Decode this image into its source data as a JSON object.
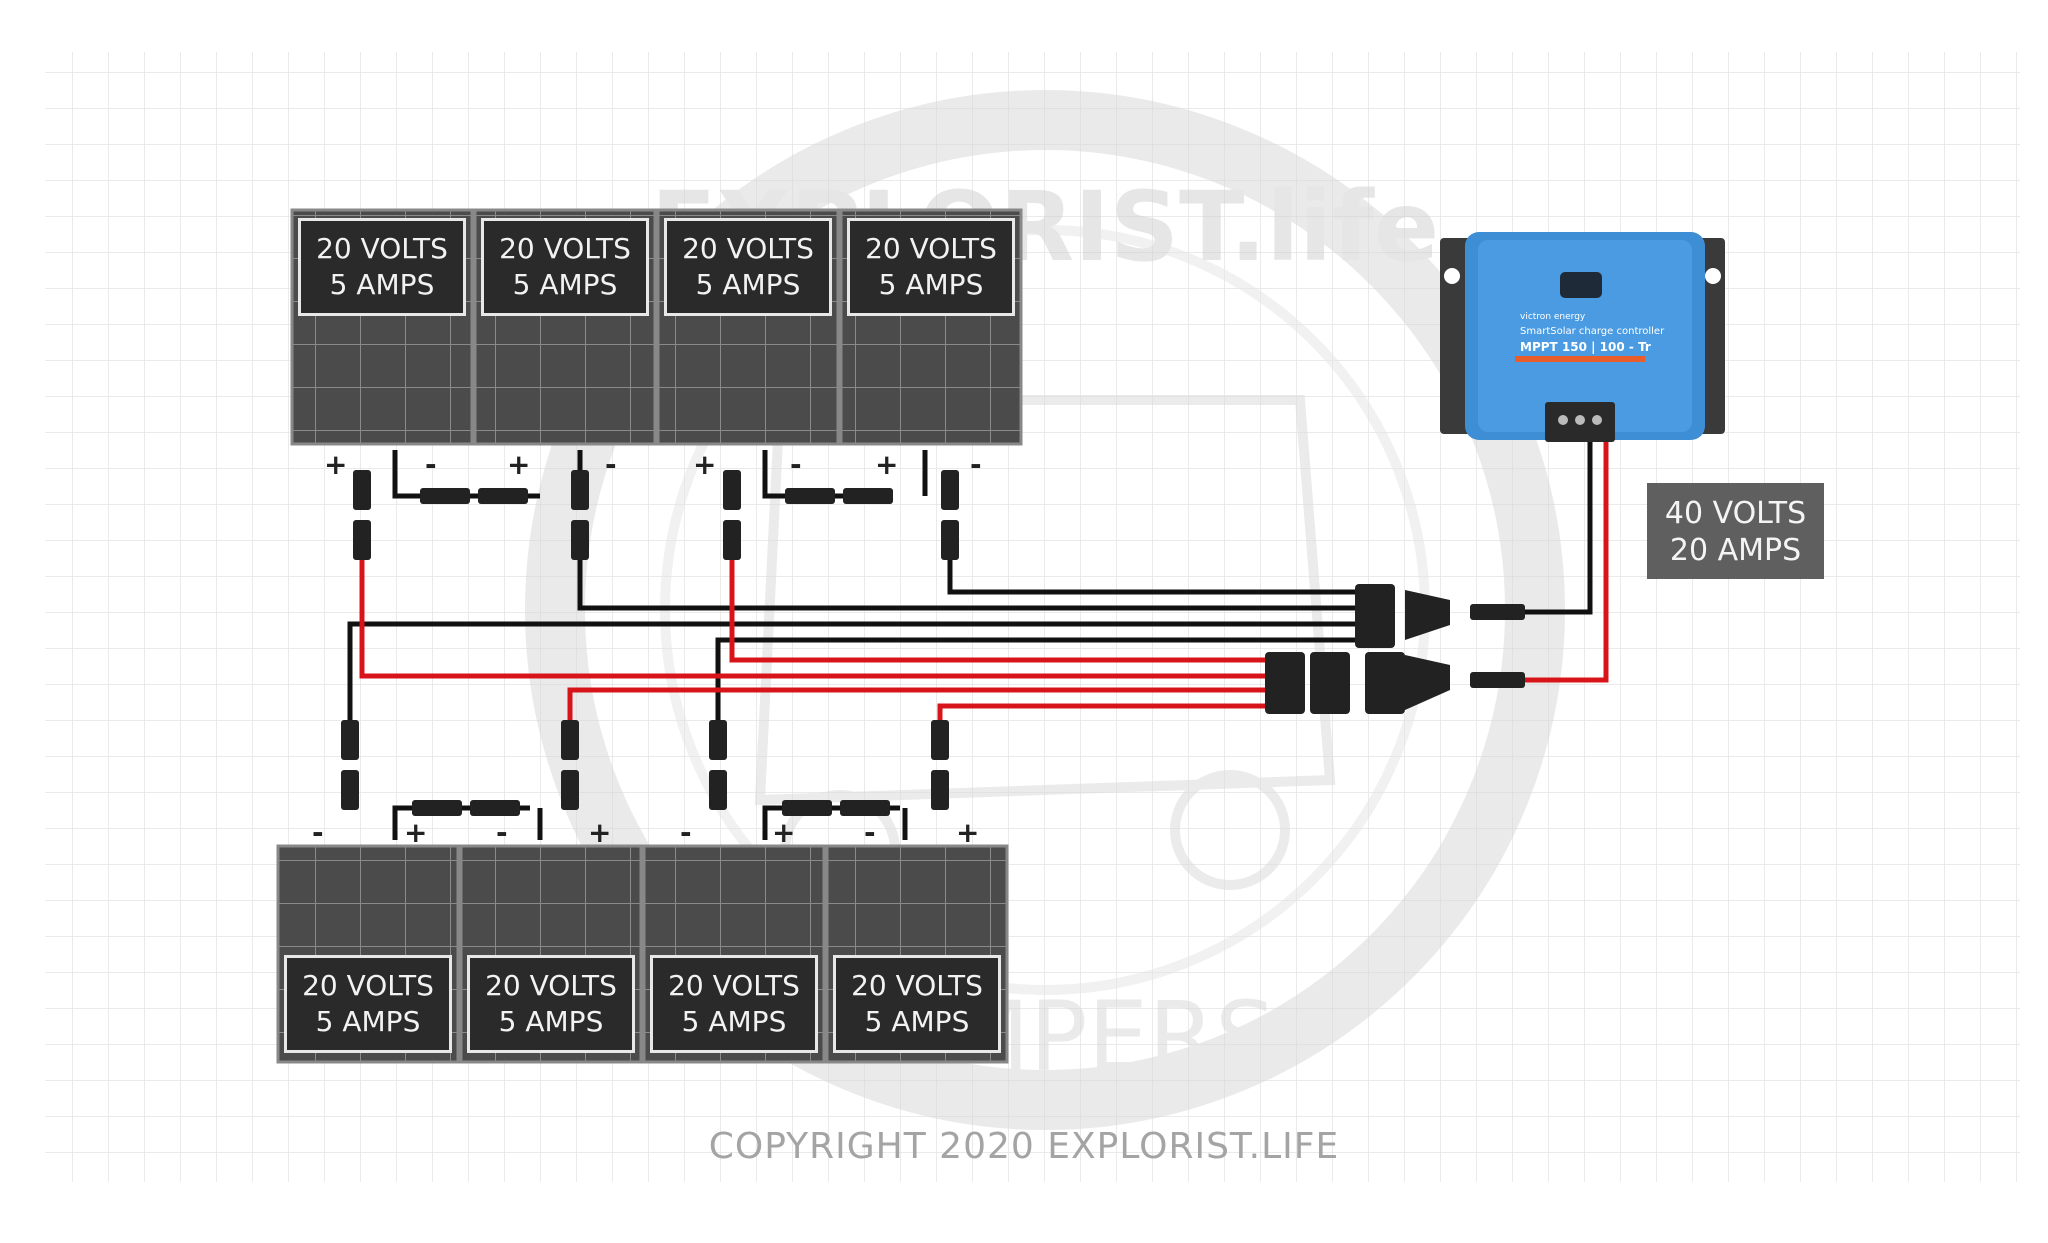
{
  "panels": {
    "top": [
      {
        "volts": "20 VOLTS",
        "amps": "5 AMPS"
      },
      {
        "volts": "20 VOLTS",
        "amps": "5 AMPS"
      },
      {
        "volts": "20 VOLTS",
        "amps": "5 AMPS"
      },
      {
        "volts": "20 VOLTS",
        "amps": "5 AMPS"
      }
    ],
    "bottom": [
      {
        "volts": "20 VOLTS",
        "amps": "5 AMPS"
      },
      {
        "volts": "20 VOLTS",
        "amps": "5 AMPS"
      },
      {
        "volts": "20 VOLTS",
        "amps": "5 AMPS"
      },
      {
        "volts": "20 VOLTS",
        "amps": "5 AMPS"
      }
    ]
  },
  "polarity": {
    "plus": "+",
    "minus": "-"
  },
  "output": {
    "volts": "40 VOLTS",
    "amps": "20 AMPS"
  },
  "controller": {
    "brand": "victron energy",
    "line1": "SmartSolar charge controller",
    "model": "MPPT 150 | 100 - Tr"
  },
  "watermark": {
    "top": "EXPLORIST.life",
    "bottom": "CAMPERS"
  },
  "copyright": "COPYRIGHT 2020 EXPLORIST.LIFE",
  "colors": {
    "positive_wire": "#d8141b",
    "negative_wire": "#111111",
    "panel": "#4a4a4a",
    "controller": "#3e8ed6",
    "grid": "#e3e3e3"
  }
}
